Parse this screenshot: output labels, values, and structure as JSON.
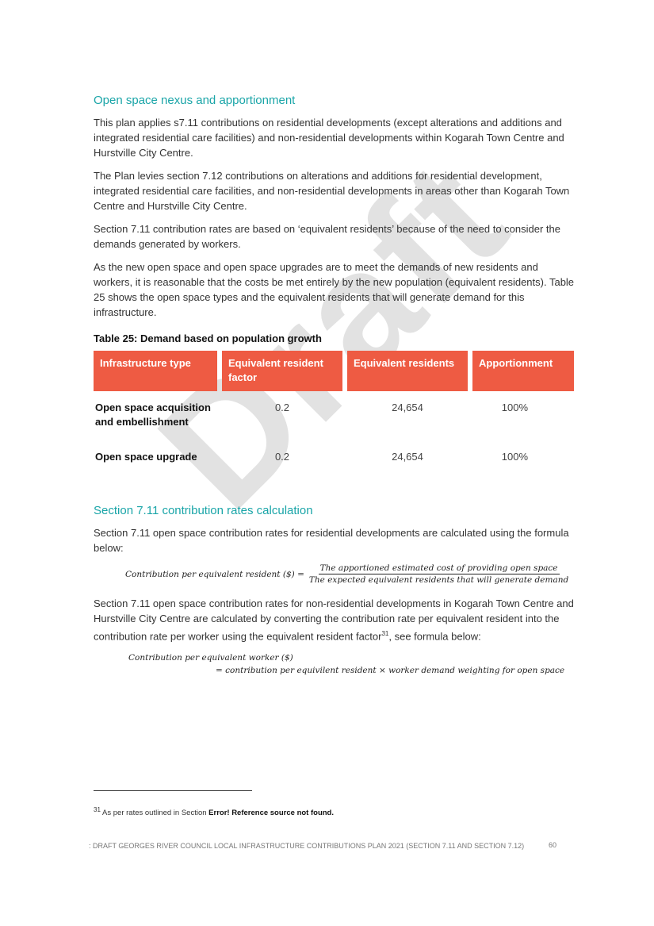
{
  "watermark": "Draft",
  "section1": {
    "heading": "Open space nexus and apportionment",
    "p1": "This plan applies s7.11 contributions on residential developments (except alterations and additions and integrated residential care facilities) and non-residential developments within Kogarah Town Centre and Hurstville City Centre.",
    "p2": "The Plan levies section 7.12 contributions on alterations and additions for residential development, integrated residential care facilities, and non-residential developments in areas other than Kogarah Town Centre and Hurstville City Centre.",
    "p3": "Section 7.11 contribution rates are based on ‘equivalent residents’ because of the need to consider the demands generated by workers.",
    "p4": "As the new open space and open space upgrades are to meet the demands of new residents and workers, it is reasonable that the costs be met entirely by the new population (equivalent residents). Table 25 shows the open space types and the equivalent residents that will generate demand for this infrastructure."
  },
  "table": {
    "caption": "Table 25: Demand based on population growth",
    "headers": [
      "Infrastructure type",
      "Equivalent resident factor",
      "Equivalent residents",
      "Apportionment"
    ],
    "rows": [
      {
        "type": "Open space acquisition and embellishment",
        "factor": "0.2",
        "residents": "24,654",
        "apportionment": "100%"
      },
      {
        "type": "Open space upgrade",
        "factor": "0.2",
        "residents": "24,654",
        "apportionment": "100%"
      }
    ]
  },
  "section2": {
    "heading": "Section 7.11 contribution rates calculation",
    "p1": "Section 7.11 open space contribution rates for residential developments are calculated using the formula below:",
    "formula1_lhs": "Contribution per equivalent resident ($) =",
    "formula1_num": "The apportioned estimated cost of providing open space",
    "formula1_den": "The expected equivalent residents that will generate demand",
    "p2": "Section 7.11 open space contribution rates for non-residential developments in Kogarah Town Centre and Hurstville City Centre are calculated by converting the contribution rate per equivalent resident into the contribution rate per worker using the equivalent resident factor",
    "p2_sup": "31",
    "p2_tail": ", see formula below:",
    "formula2_l1": "Contribution per equivalent worker ($)",
    "formula2_l2": "= contribution per equivilent resident × worker demand weighting for open space"
  },
  "footnote": {
    "num": "31",
    "text": " As per rates outlined in Section ",
    "error": "Error! Reference source not found."
  },
  "footer": {
    "text": ": DRAFT GEORGES RIVER COUNCIL LOCAL INFRASTRUCTURE CONTRIBUTIONS PLAN 2021 (SECTION 7.11 AND SECTION 7.12)",
    "page": "60"
  }
}
